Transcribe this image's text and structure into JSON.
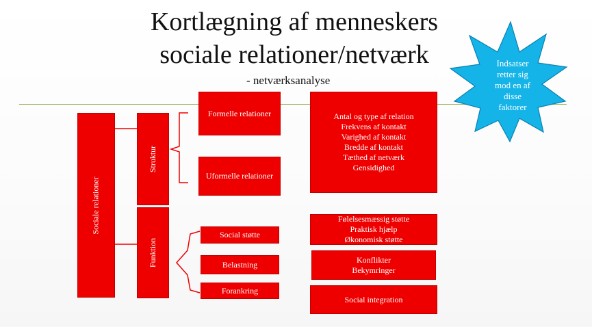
{
  "title_line1": "Kortlægning af menneskers",
  "title_line2": "sociale relationer/netværk",
  "subtitle": "- netværksanalyse",
  "star_lines": [
    "Indsatser",
    "retter sig",
    "mod en af",
    "disse",
    "faktorer"
  ],
  "boxes": {
    "sociale": "Sociale relationer",
    "struktur": "Struktur",
    "funktion": "Funktion",
    "formelle": "Formelle relationer",
    "uformelle": "Uformelle relationer",
    "social_stotte": "Social støtte",
    "belastning": "Belastning",
    "forankring": "Forankring",
    "right_top": [
      "Antal og type af relation",
      "Frekvens af kontakt",
      "Varighed af kontakt",
      "Bredde af kontakt",
      "Tæthed af netværk",
      "Gensidighed"
    ],
    "right_mid1": [
      "Følelsesmæssig støtte",
      "Praktisk hjælp",
      "Økonomisk støtte"
    ],
    "right_mid2": [
      "Konflikter",
      "Bekymringer"
    ],
    "right_bottom": "Social integration"
  },
  "colors": {
    "box": "#ee0000",
    "star": "#14b4e8",
    "line": "#9ab35a"
  }
}
